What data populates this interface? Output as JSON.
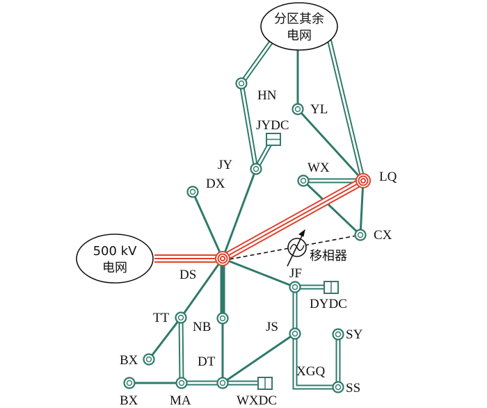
{
  "grids": {
    "region_rest": [
      "分区其余",
      "电网"
    ],
    "kv500": [
      "500 kV",
      "电网"
    ]
  },
  "phase_shifter": "移相器",
  "nodes": {
    "HN": "HN",
    "YL": "YL",
    "JYDC": "JYDC",
    "JY": "JY",
    "DX": "DX",
    "WX": "WX",
    "LQ": "LQ",
    "CX": "CX",
    "DS": "DS",
    "JF": "JF",
    "DYDC": "DYDC",
    "TT": "TT",
    "NB": "NB",
    "JS": "JS",
    "SY": "SY",
    "BX1": "BX",
    "DT": "DT",
    "XGQ": "XGQ",
    "BX2": "BX",
    "MA": "MA",
    "WXDC": "WXDC",
    "SS": "SS"
  },
  "colors": {
    "line": "#2e7a6a",
    "hv_line": "#e0402c"
  }
}
